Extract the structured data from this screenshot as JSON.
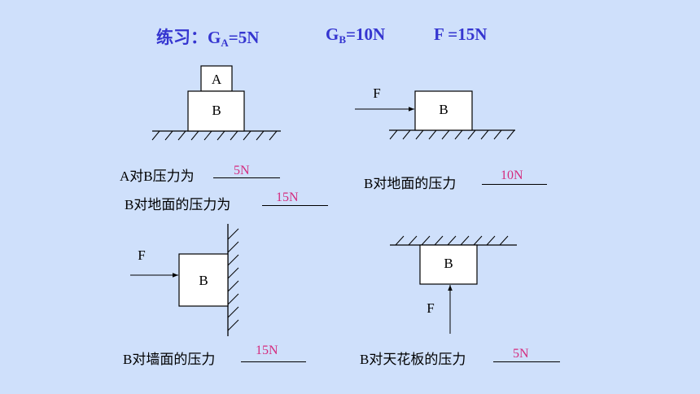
{
  "title": {
    "prefix": "练习：G",
    "a_sub": "A",
    "a_value": "=5N",
    "b_main": "G",
    "b_sub": "B",
    "b_value": "=10N",
    "f_text": "F =15N"
  },
  "fig1": {
    "block_a": "A",
    "block_b": "B"
  },
  "fig2": {
    "force": "F",
    "block": "B"
  },
  "fig3": {
    "force": "F",
    "block": "B"
  },
  "fig4": {
    "force": "F",
    "block": "B"
  },
  "q1": {
    "text": "A对B压力为",
    "answer": "5N"
  },
  "q2": {
    "text": "B对地面的压力为",
    "answer": "15N"
  },
  "q3": {
    "text": "B对地面的压力",
    "answer": "10N"
  },
  "q4": {
    "text": "B对墙面的压力",
    "answer": "15N"
  },
  "q5": {
    "text": "B对天花板的压力",
    "answer": "5N"
  },
  "colors": {
    "title": "#3535d0",
    "answer": "#d42b7e",
    "background": "#cfe0fb"
  }
}
